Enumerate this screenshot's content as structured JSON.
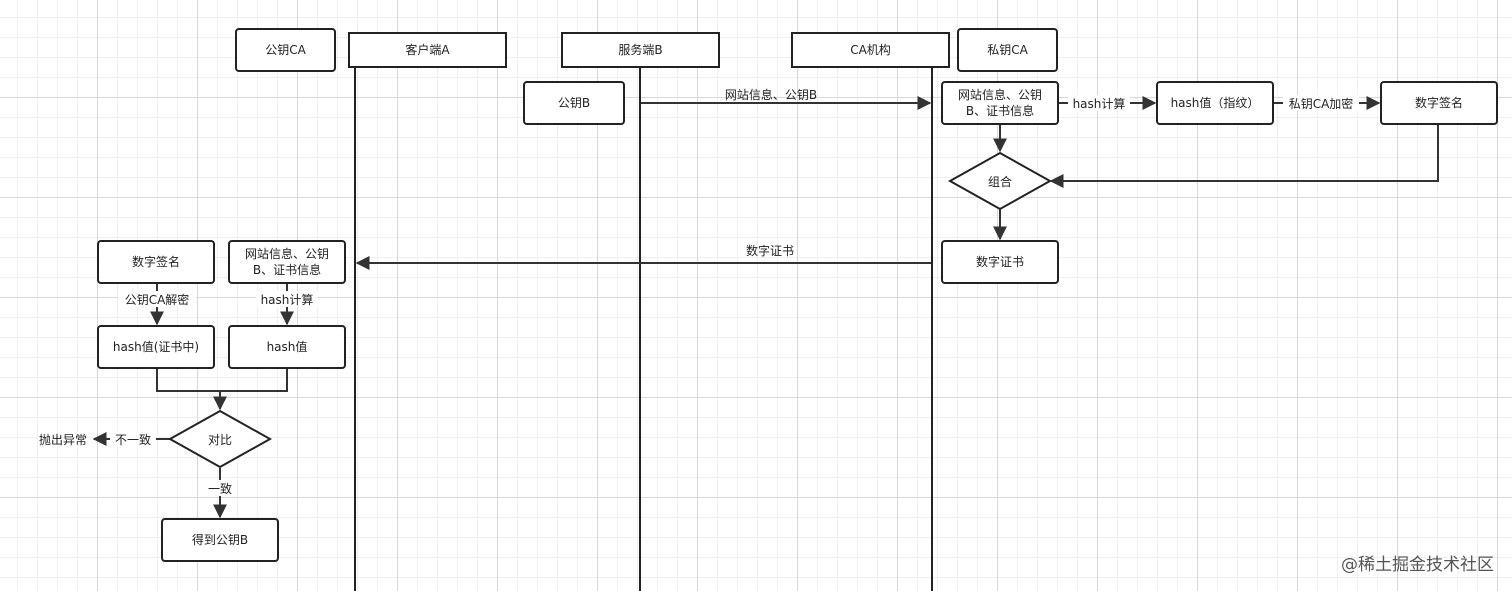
{
  "lifelines": {
    "client": "客户端A",
    "server": "服务端B",
    "ca": "CA机构"
  },
  "keys": {
    "public_ca": "公钥CA",
    "private_ca": "私钥CA"
  },
  "nodes": {
    "public_key_b": "公钥B",
    "site_info_ca": [
      "网站信息、公钥",
      "B、证书信息"
    ],
    "hash_value_fingerprint": "hash值（指纹）",
    "signature_ca": "数字签名",
    "combine": "组合",
    "certificate": "数字证书",
    "signature_client": "数字签名",
    "site_info_client": [
      "网站信息、公钥",
      "B、证书信息"
    ],
    "hash_in_cert": "hash值(证书中)",
    "hash_value": "hash值",
    "compare": "对比",
    "get_public_key": "得到公钥B",
    "throw_exception": "抛出异常"
  },
  "edge_labels": {
    "send_info": "网站信息、公钥B",
    "hash_calc_ca": "hash计算",
    "encrypt": "私钥CA加密",
    "send_cert": "数字证书",
    "decrypt": "公钥CA解密",
    "hash_calc_client": "hash计算",
    "mismatch": "不一致",
    "match": "一致"
  },
  "watermark": "@稀土掘金技术社区"
}
